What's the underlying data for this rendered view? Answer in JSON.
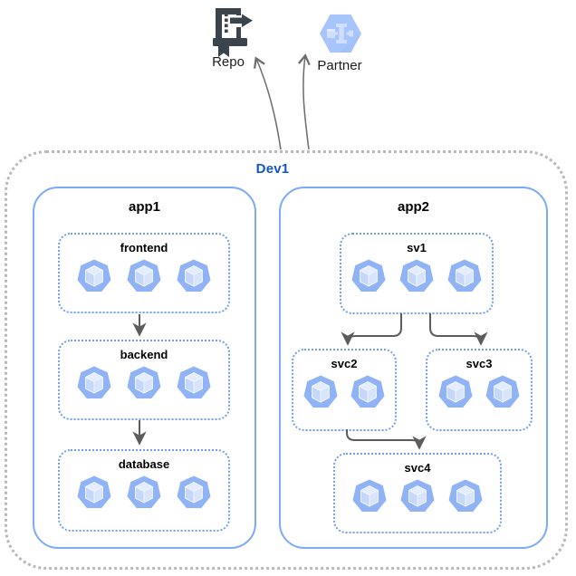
{
  "colors": {
    "app_border_blue": "#7baaf7",
    "service_dotted_blue": "#6d9eeb",
    "boundary_dotted_gray": "#b9b9b9",
    "dev_label_blue": "#1155cc",
    "arrow_gray": "#5c5c5c",
    "pod_heptagon_blue": "#8fb3f4",
    "pod_cube_light": "#e4edfd",
    "partner_hexagon_blue": "#a7c5fb",
    "repo_icon_dark": "#3a444c",
    "label_black": "#000000"
  },
  "external_nodes": {
    "repo": {
      "label": "Repo",
      "icon": "source-repository-icon"
    },
    "partner": {
      "label": "Partner",
      "icon": "partner-interconnect-icon"
    }
  },
  "environment": {
    "label": "Dev1",
    "apps": [
      {
        "label": "app1",
        "services": [
          {
            "label": "frontend",
            "pods": 3
          },
          {
            "label": "backend",
            "pods": 3
          },
          {
            "label": "database",
            "pods": 3
          }
        ]
      },
      {
        "label": "app2",
        "services": [
          {
            "label": "sv1",
            "pods": 3
          },
          {
            "label": "svc2",
            "pods": 2
          },
          {
            "label": "svc3",
            "pods": 2
          },
          {
            "label": "svc4",
            "pods": 3
          }
        ]
      }
    ],
    "connections": [
      {
        "from": "frontend",
        "to": "backend"
      },
      {
        "from": "backend",
        "to": "database"
      },
      {
        "from": "sv1",
        "to": "svc2"
      },
      {
        "from": "sv1",
        "to": "svc3"
      },
      {
        "from": "svc2",
        "to": "svc4"
      },
      {
        "from": "Dev1",
        "to": "Repo"
      },
      {
        "from": "Dev1",
        "to": "Partner"
      }
    ]
  }
}
